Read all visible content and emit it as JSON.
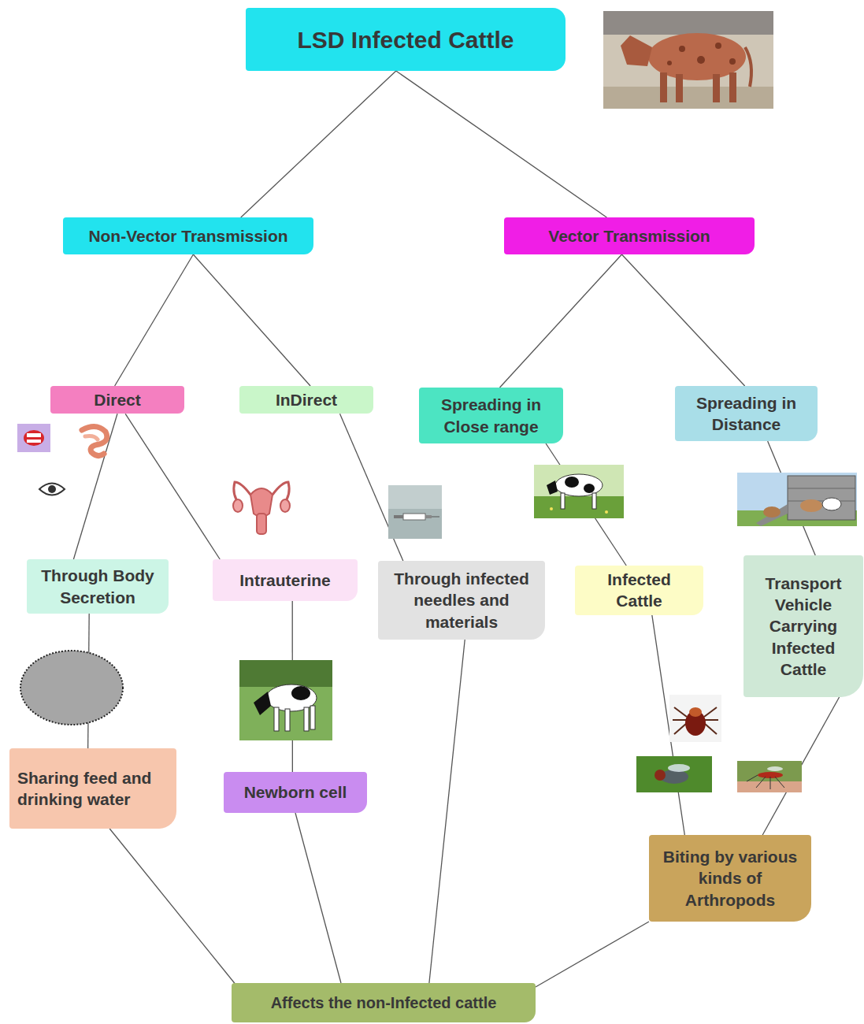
{
  "diagram": {
    "nodes": [
      {
        "text": [
          "LSD Infected Cattle"
        ]
      },
      {
        "text": [
          "Non-Vector Transmission"
        ]
      },
      {
        "text": [
          "Vector Transmission"
        ]
      },
      {
        "text": [
          "Direct"
        ]
      },
      {
        "text": [
          "InDirect"
        ]
      },
      {
        "text": [
          "Spreading in Close range"
        ]
      },
      {
        "text": [
          "Spreading in Distance"
        ]
      },
      {
        "text": [
          "Through Body Secretion"
        ]
      },
      {
        "text": [
          "Intrauterine"
        ]
      },
      {
        "text": [
          "Through infected needles and materials"
        ]
      },
      {
        "text": [
          "Infected Cattle"
        ]
      },
      {
        "text": [
          "Transport Vehicle Carrying Infected Cattle"
        ]
      },
      {
        "text": [
          "Sharing feed and drinking water"
        ]
      },
      {
        "text": [
          "Newborn cell"
        ]
      },
      {
        "text": [
          "Biting by various kinds of Arthropods"
        ]
      },
      {
        "text": [
          "Affects the non-Infected cattle"
        ]
      }
    ],
    "edges": [
      {
        "from": 0,
        "to": 1,
        "arrow": "none"
      },
      {
        "from": 0,
        "to": 2,
        "arrow": "none"
      },
      {
        "from": 1,
        "to": 3,
        "arrow": "none"
      },
      {
        "from": 1,
        "to": 4,
        "arrow": "none"
      },
      {
        "from": 2,
        "to": 5,
        "arrow": "none"
      },
      {
        "from": 2,
        "to": 6,
        "arrow": "none"
      },
      {
        "from": 3,
        "to": 7,
        "arrow": "none"
      },
      {
        "from": 3,
        "to": 8,
        "arrow": "none"
      },
      {
        "from": 4,
        "to": 9,
        "arrow": "none"
      },
      {
        "from": 5,
        "to": 10,
        "arrow": "none"
      },
      {
        "from": 6,
        "to": 11,
        "arrow": "none"
      },
      {
        "from": 7,
        "to": 12,
        "arrow": "none"
      },
      {
        "from": 8,
        "to": 13,
        "arrow": "none"
      },
      {
        "from": 10,
        "to": 14,
        "arrow": "none"
      },
      {
        "from": 11,
        "to": 14,
        "arrow": "none"
      },
      {
        "from": 12,
        "to": 15,
        "arrow": "none"
      },
      {
        "from": 13,
        "to": 15,
        "arrow": "none"
      },
      {
        "from": 9,
        "to": 15,
        "arrow": "none"
      },
      {
        "from": 14,
        "to": 15,
        "arrow": "none"
      }
    ]
  }
}
